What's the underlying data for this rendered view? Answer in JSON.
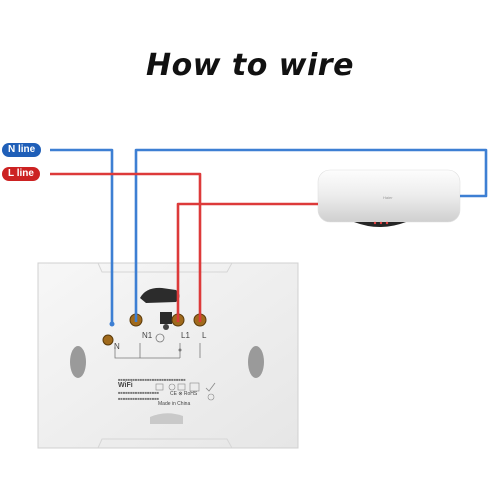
{
  "title": "How to wire",
  "wires": {
    "n_label": "N line",
    "l_label": "L line",
    "n_color": "#3d7fd3",
    "l_color": "#dd3a3a"
  },
  "switch": {
    "terminals": [
      "N",
      "N1",
      "L1",
      "L"
    ],
    "brand": "WiFi",
    "made_in": "Made in China",
    "cert_marks": "CE  ⊗  RoHS"
  },
  "heater": {
    "brand": "Haier"
  }
}
